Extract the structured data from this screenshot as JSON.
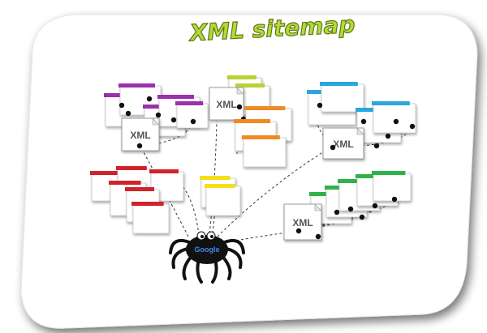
{
  "title": "XML sitemap",
  "xml_label": "XML",
  "spider_label": "Google",
  "colors": {
    "title_fill": "#b6d93a",
    "title_stroke": "#5b7a13",
    "purple": "#9b2fae",
    "gray": "#7a7a7a",
    "yellow_green": "#b5d334",
    "orange": "#f08a24",
    "blue": "#2aa7dc",
    "red": "#d2222b",
    "yellow": "#f3e01b",
    "green": "#2db34a",
    "spider": "#111111"
  },
  "clusters": [
    {
      "id": "purple",
      "color_key": "purple",
      "has_xml_hub": true
    },
    {
      "id": "gray-yellowgreen",
      "color_key": "yellow_green",
      "has_xml_hub": true
    },
    {
      "id": "orange",
      "color_key": "orange",
      "has_xml_hub": false
    },
    {
      "id": "blue",
      "color_key": "blue",
      "has_xml_hub": true
    },
    {
      "id": "red",
      "color_key": "red",
      "has_xml_hub": false
    },
    {
      "id": "yellow",
      "color_key": "yellow",
      "has_xml_hub": false
    },
    {
      "id": "green",
      "color_key": "green",
      "has_xml_hub": true
    }
  ]
}
